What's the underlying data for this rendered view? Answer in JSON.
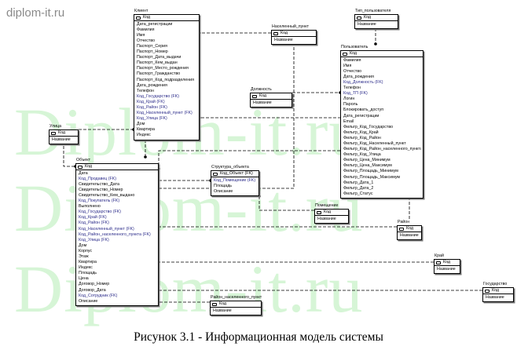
{
  "watermark": {
    "site": "diplom-it.ru",
    "text": "Diplom-it.ru"
  },
  "caption": "Рисунок 3.1 - Информационная модель системы",
  "entities": [
    {
      "id": "klient",
      "title": "Клиент",
      "pk": "Код",
      "attrs": [
        "Дата_регистрации",
        "Фамилия",
        "Имя",
        "Отчество",
        "Паспорт_Серия",
        "Паспорт_Номер",
        "Паспорт_Дата_выдачи",
        "Паспорт_Кем_выдан",
        "Паспорт_Место_рождения",
        "Паспорт_Гражданство",
        "Паспорт_Код_подразделения",
        "Дата_рождения",
        "Телефон",
        "Код_Государство (FK)",
        "Код_Край (FK)",
        "Код_Район (FK)",
        "Код_Населенный_пункт (FK)",
        "Код_Улица (FK)",
        "Дом",
        "Квартира",
        "Индекс"
      ]
    },
    {
      "id": "nas_punkt",
      "title": "Населенный_пункт",
      "pk": "Код",
      "attrs": [
        "Название"
      ]
    },
    {
      "id": "tip_polz",
      "title": "Тип_пользователя",
      "pk": "Код",
      "attrs": [
        "Название"
      ]
    },
    {
      "id": "polzovatel",
      "title": "Пользователь",
      "pk": "Код",
      "attrs": [
        "Фамилия",
        "Имя",
        "Отчество",
        "Дата_рождения",
        "Код_Должность (FK)",
        "Телефон",
        "Код_ТП (FK)",
        "Логин",
        "Пароль",
        "Блокировать_доступ",
        "Дата_регистрации",
        "Email",
        "Фильтр_Код_Государство",
        "Фильтр_Код_Край",
        "Фильтр_Код_Район",
        "Фильтр_Код_Населенный_пункт",
        "Фильтр_Код_Район_населенного_пункта",
        "Фильтр_Код_Улица",
        "Фильтр_Цена_Минимум",
        "Фильтр_Цена_Максимум",
        "Фильтр_Площадь_Минимум",
        "Фильтр_Площадь_Максимум",
        "Фильтр_Дата_1",
        "Фильтр_Дата_2",
        "Фильтр_Статус"
      ]
    },
    {
      "id": "dolzhnost",
      "title": "Должность",
      "pk": "Код",
      "attrs": [
        "Название"
      ]
    },
    {
      "id": "ulica",
      "title": "Улица",
      "pk": "Код",
      "attrs": [
        "Название"
      ]
    },
    {
      "id": "obekt",
      "title": "Объект",
      "pk": "Код",
      "attrs": [
        "Дата",
        "Код_Продавец (FK)",
        "Свидетельство_Дата",
        "Свидетельство_Номер",
        "Свидетельство_Кем_выдано",
        "Код_Покупатель (FK)",
        "Выполнено",
        "Код_Государство (FK)",
        "Код_Край (FK)",
        "Код_Район (FK)",
        "Код_Населенный_пункт (FK)",
        "Код_Район_населенного_пункта (FK)",
        "Код_Улица (FK)",
        "Дом",
        "Корпус",
        "Этаж",
        "Квартира",
        "Индекс",
        "Площадь",
        "Цена",
        "Договор_Номер",
        "Договор_Дата",
        "Код_Сотрудник (FK)",
        "Описание"
      ]
    },
    {
      "id": "struktura",
      "title": "Структура_объекта",
      "pk": "Код_Объект (FK)",
      "attrs": [
        "Код_Помещение (FK)",
        "Площадь",
        "Описание"
      ]
    },
    {
      "id": "pomeshenie",
      "title": "Помещение",
      "pk": "Код",
      "attrs": [
        "Название"
      ]
    },
    {
      "id": "raion",
      "title": "Район",
      "pk": "Код",
      "attrs": [
        "Название"
      ]
    },
    {
      "id": "krai",
      "title": "Край",
      "pk": "Код",
      "attrs": [
        "Название"
      ]
    },
    {
      "id": "gosudarstvo",
      "title": "Государство",
      "pk": "Код",
      "attrs": [
        "Название"
      ]
    },
    {
      "id": "raion_np",
      "title": "Район_населенного_пункта",
      "pk": "Код",
      "attrs": [
        "Название"
      ]
    }
  ],
  "relationships": [
    {
      "from": "nas_punkt",
      "to": "klient"
    },
    {
      "from": "tip_polz",
      "to": "polzovatel"
    },
    {
      "from": "dolzhnost",
      "to": "polzovatel"
    },
    {
      "from": "ulica",
      "to": "klient"
    },
    {
      "from": "ulica",
      "to": "obekt"
    },
    {
      "from": "klient",
      "to": "obekt"
    },
    {
      "from": "polzovatel",
      "to": "obekt"
    },
    {
      "from": "obekt",
      "to": "struktura"
    },
    {
      "from": "pomeshenie",
      "to": "struktura"
    },
    {
      "from": "raion",
      "to": "obekt"
    },
    {
      "from": "raion",
      "to": "klient"
    },
    {
      "from": "krai",
      "to": "obekt"
    },
    {
      "from": "gosudarstvo",
      "to": "obekt"
    },
    {
      "from": "raion_np",
      "to": "obekt"
    },
    {
      "from": "nas_punkt",
      "to": "obekt"
    }
  ]
}
